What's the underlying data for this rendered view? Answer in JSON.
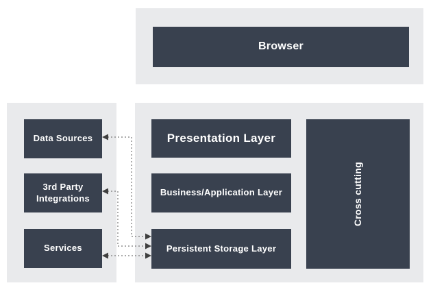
{
  "diagram": {
    "title_node": {
      "label": "Browser"
    },
    "left_nodes": [
      {
        "label": "Data Sources"
      },
      {
        "label": "3rd Party Integrations"
      },
      {
        "label": "Services"
      }
    ],
    "layer_nodes": [
      {
        "label": "Presentation Layer"
      },
      {
        "label": "Business/Application Layer"
      },
      {
        "label": "Persistent Storage Layer"
      }
    ],
    "cross_cutting_node": {
      "label": "Cross cutting"
    },
    "connections": [
      {
        "from": "Data Sources",
        "to": "Persistent Storage Layer",
        "style": "dotted",
        "arrows": "both"
      },
      {
        "from": "3rd Party Integrations",
        "to": "Persistent Storage Layer",
        "style": "dotted",
        "arrows": "both"
      },
      {
        "from": "Services",
        "to": "Persistent Storage Layer",
        "style": "dotted",
        "arrows": "both"
      }
    ],
    "colors": {
      "node_fill": "#39414F",
      "panel_fill": "#E9EAEC",
      "connector_line": "#777777",
      "arrowhead": "#3F3F3F",
      "node_text": "#FFFFFF"
    }
  }
}
